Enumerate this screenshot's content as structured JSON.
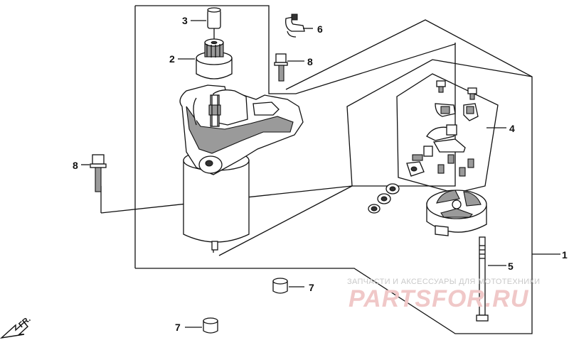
{
  "callouts": [
    {
      "id": "pin",
      "label": "3"
    },
    {
      "id": "pinion",
      "label": "2"
    },
    {
      "id": "clip",
      "label": "6"
    },
    {
      "id": "bolt-top",
      "label": "8"
    },
    {
      "id": "bolt-left",
      "label": "8"
    },
    {
      "id": "brush-kit",
      "label": "4"
    },
    {
      "id": "assembly",
      "label": "1"
    },
    {
      "id": "through-bolt",
      "label": "5"
    },
    {
      "id": "collar-upper",
      "label": "7"
    },
    {
      "id": "collar-lower",
      "label": "7"
    }
  ],
  "front_marker": "FR.",
  "watermark": {
    "caption": "ЗАПЧАСТИ И АКСЕССУАРЫ ДЛЯ МОТОТЕХНИКИ",
    "brand": "PARTSFOR.RU"
  }
}
